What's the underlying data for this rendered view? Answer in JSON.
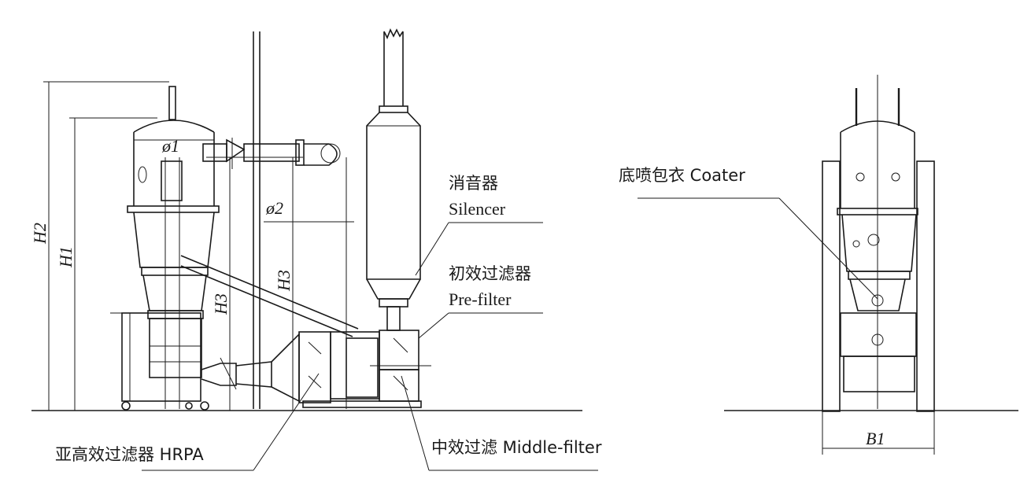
{
  "labels": {
    "silencer_cn": "消音器",
    "silencer_en": "Silencer",
    "prefilter_cn": "初效过滤器",
    "prefilter_en": "Pre-filter",
    "hrpa": "亚高效过滤器 HRPA",
    "middle": "中效过滤 Middle-filter",
    "coater": "底喷包衣 Coater"
  },
  "dimensions": {
    "h1": "H1",
    "h2": "H2",
    "h3a": "H3",
    "h3b": "H3",
    "d1": "ø1",
    "d2": "ø2",
    "b1": "B1"
  }
}
